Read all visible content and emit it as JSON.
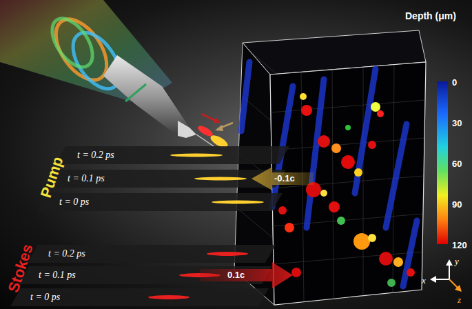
{
  "diagram": {
    "labels": [
      "Depth (μm)",
      "0",
      "30",
      "60",
      "90",
      "120",
      "t = 0.2 ps",
      "t = 0.1 ps",
      "-0.1c",
      "t = 0 ps",
      "Pump",
      "t = 0.2 ps",
      "t = 0.1 ps",
      "0.1c",
      "t = 0 ps",
      "Stokes",
      "y",
      "x",
      "z"
    ]
  }
}
